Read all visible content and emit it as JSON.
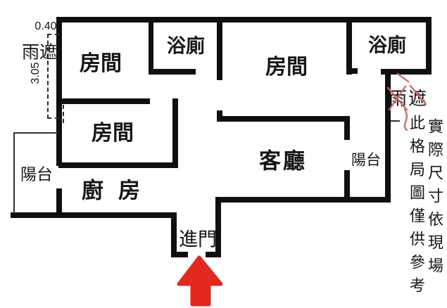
{
  "labels": {
    "bedroom_top_left": "房間",
    "bedroom_mid_left": "房間",
    "bedroom_top_right": "房間",
    "bath_top_left": "浴廁",
    "bath_top_right": "浴廁",
    "living_room": "客廳",
    "kitchen": "廚房",
    "balcony_left": "陽台",
    "balcony_right": "陽台",
    "entrance": "進門",
    "rain_shelter_left": "雨遮",
    "rain_shelter_right": "雨遮"
  },
  "dimensions": {
    "width": "0.40",
    "depth": "3.05"
  },
  "disclaimer": {
    "outer_column": "實際尺寸依現場",
    "inner_column": "此格局圖僅供參考"
  },
  "annotations": {
    "entrance_arrow_direction": "up",
    "rain_shelter_right_crossed_out": true
  },
  "colors": {
    "wall": "#0f0f0f",
    "arrow_red": "#e3281f",
    "annotation_pink": "#cb6760"
  }
}
